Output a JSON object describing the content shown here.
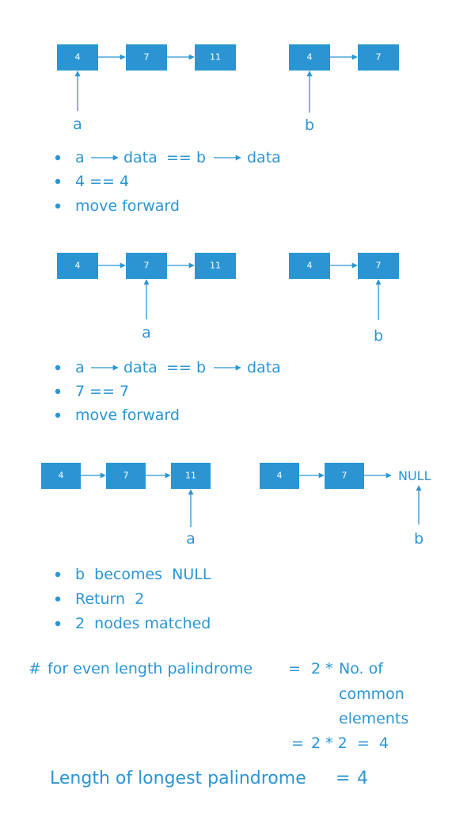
{
  "colors": {
    "accent": "#2b95d3",
    "text_on_node": "#ffffff",
    "background": "#ffffff"
  },
  "steps": [
    {
      "list_a": [
        "4",
        "7",
        "11"
      ],
      "list_b": [
        "4",
        "7"
      ],
      "pointer_a": "a",
      "pointer_b": "b",
      "bullets": [
        {
          "type": "compare",
          "left_var": "a",
          "right_var": "b",
          "left_field": "data",
          "op": "==",
          "right_field": "data"
        },
        {
          "type": "text",
          "text": "4 == 4"
        },
        {
          "type": "text",
          "text": "move forward"
        }
      ]
    },
    {
      "list_a": [
        "4",
        "7",
        "11"
      ],
      "list_b": [
        "4",
        "7"
      ],
      "pointer_a": "a",
      "pointer_b": "b",
      "bullets": [
        {
          "type": "compare",
          "left_var": "a",
          "right_var": "b",
          "left_field": "data",
          "op": "==",
          "right_field": "data"
        },
        {
          "type": "text",
          "text": "7 == 7"
        },
        {
          "type": "text",
          "text": "move forward"
        }
      ]
    },
    {
      "list_a": [
        "4",
        "7",
        "11"
      ],
      "list_b": [
        "4",
        "7"
      ],
      "null_label": "NULL",
      "pointer_a": "a",
      "pointer_b": "b",
      "bullets": [
        {
          "type": "text",
          "text": "b  becomes  NULL"
        },
        {
          "type": "text",
          "text": "Return  2"
        },
        {
          "type": "text",
          "text": "2  nodes matched"
        }
      ]
    }
  ],
  "formula": {
    "hash": "#",
    "lhs": "for even length palindrome",
    "eq1": "=",
    "rhs_prefix": "2 *",
    "rhs_lines": [
      "No. of",
      "common",
      "elements"
    ],
    "eq2": "=",
    "calc": "2 * 2  =  4"
  },
  "result": {
    "label": "Length of longest palindrome",
    "eq": "=",
    "value": "4"
  }
}
